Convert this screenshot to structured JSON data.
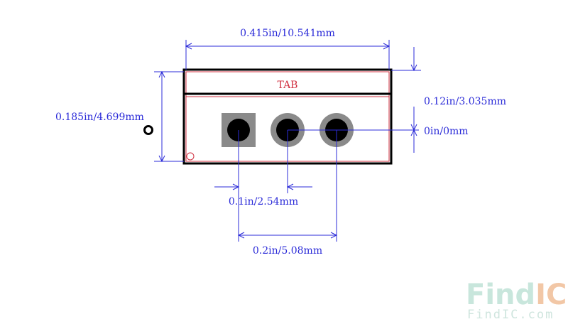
{
  "package": {
    "tab_label": "TAB"
  },
  "dimensions": {
    "body_width": "0.415in/10.541mm",
    "body_height": "0.185in/4.699mm",
    "tab_offset": "0.12in/3.035mm",
    "pin_row_offset": "0in/0mm",
    "pin_pitch": "0.1in/2.54mm",
    "pin_span": "0.2in/5.08mm"
  },
  "watermark": {
    "logo_find": "Find",
    "logo_ic": "IC",
    "url": "FindIC.com"
  },
  "colors": {
    "dimension": "#2b2bd8",
    "outline": "#000000",
    "courtyard": "#d03040",
    "pad": "#8a8a8a",
    "watermark_find": "#c8e6dc",
    "watermark_ic": "#f2c7a6"
  }
}
